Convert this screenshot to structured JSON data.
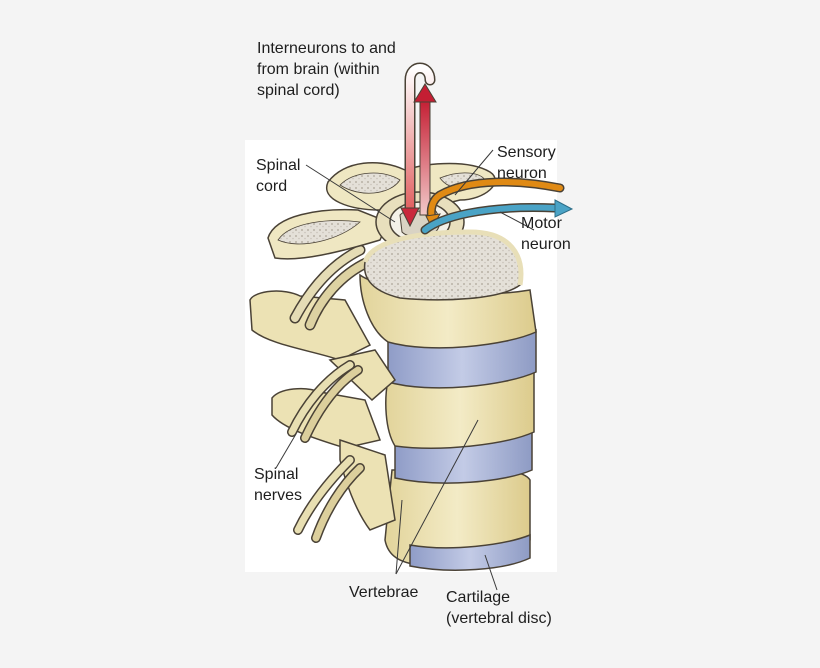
{
  "labels": {
    "interneurons": [
      "Interneurons to and",
      "from brain (within",
      "spinal cord)"
    ],
    "spinal_cord": [
      "Spinal",
      "cord"
    ],
    "sensory_neuron": [
      "Sensory",
      "neuron"
    ],
    "motor_neuron": [
      "Motor",
      "neuron"
    ],
    "spinal_nerves": [
      "Spinal",
      "nerves"
    ],
    "vertebrae": [
      "Vertebrae"
    ],
    "cartilage": [
      "Cartilage",
      "(vertebral disc)"
    ]
  },
  "colors": {
    "background": "#f4f4f4",
    "panel": "#ffffff",
    "bone": "#efe6bd",
    "bone_shadow": "#d8c98c",
    "marrow": "#ddd9d2",
    "disc": "#a9b4d6",
    "ascending_arrow": "#c41e33",
    "sensory_arrow": "#e08a14",
    "motor_arrow": "#4aa3c6",
    "outline": "#4a4236"
  }
}
